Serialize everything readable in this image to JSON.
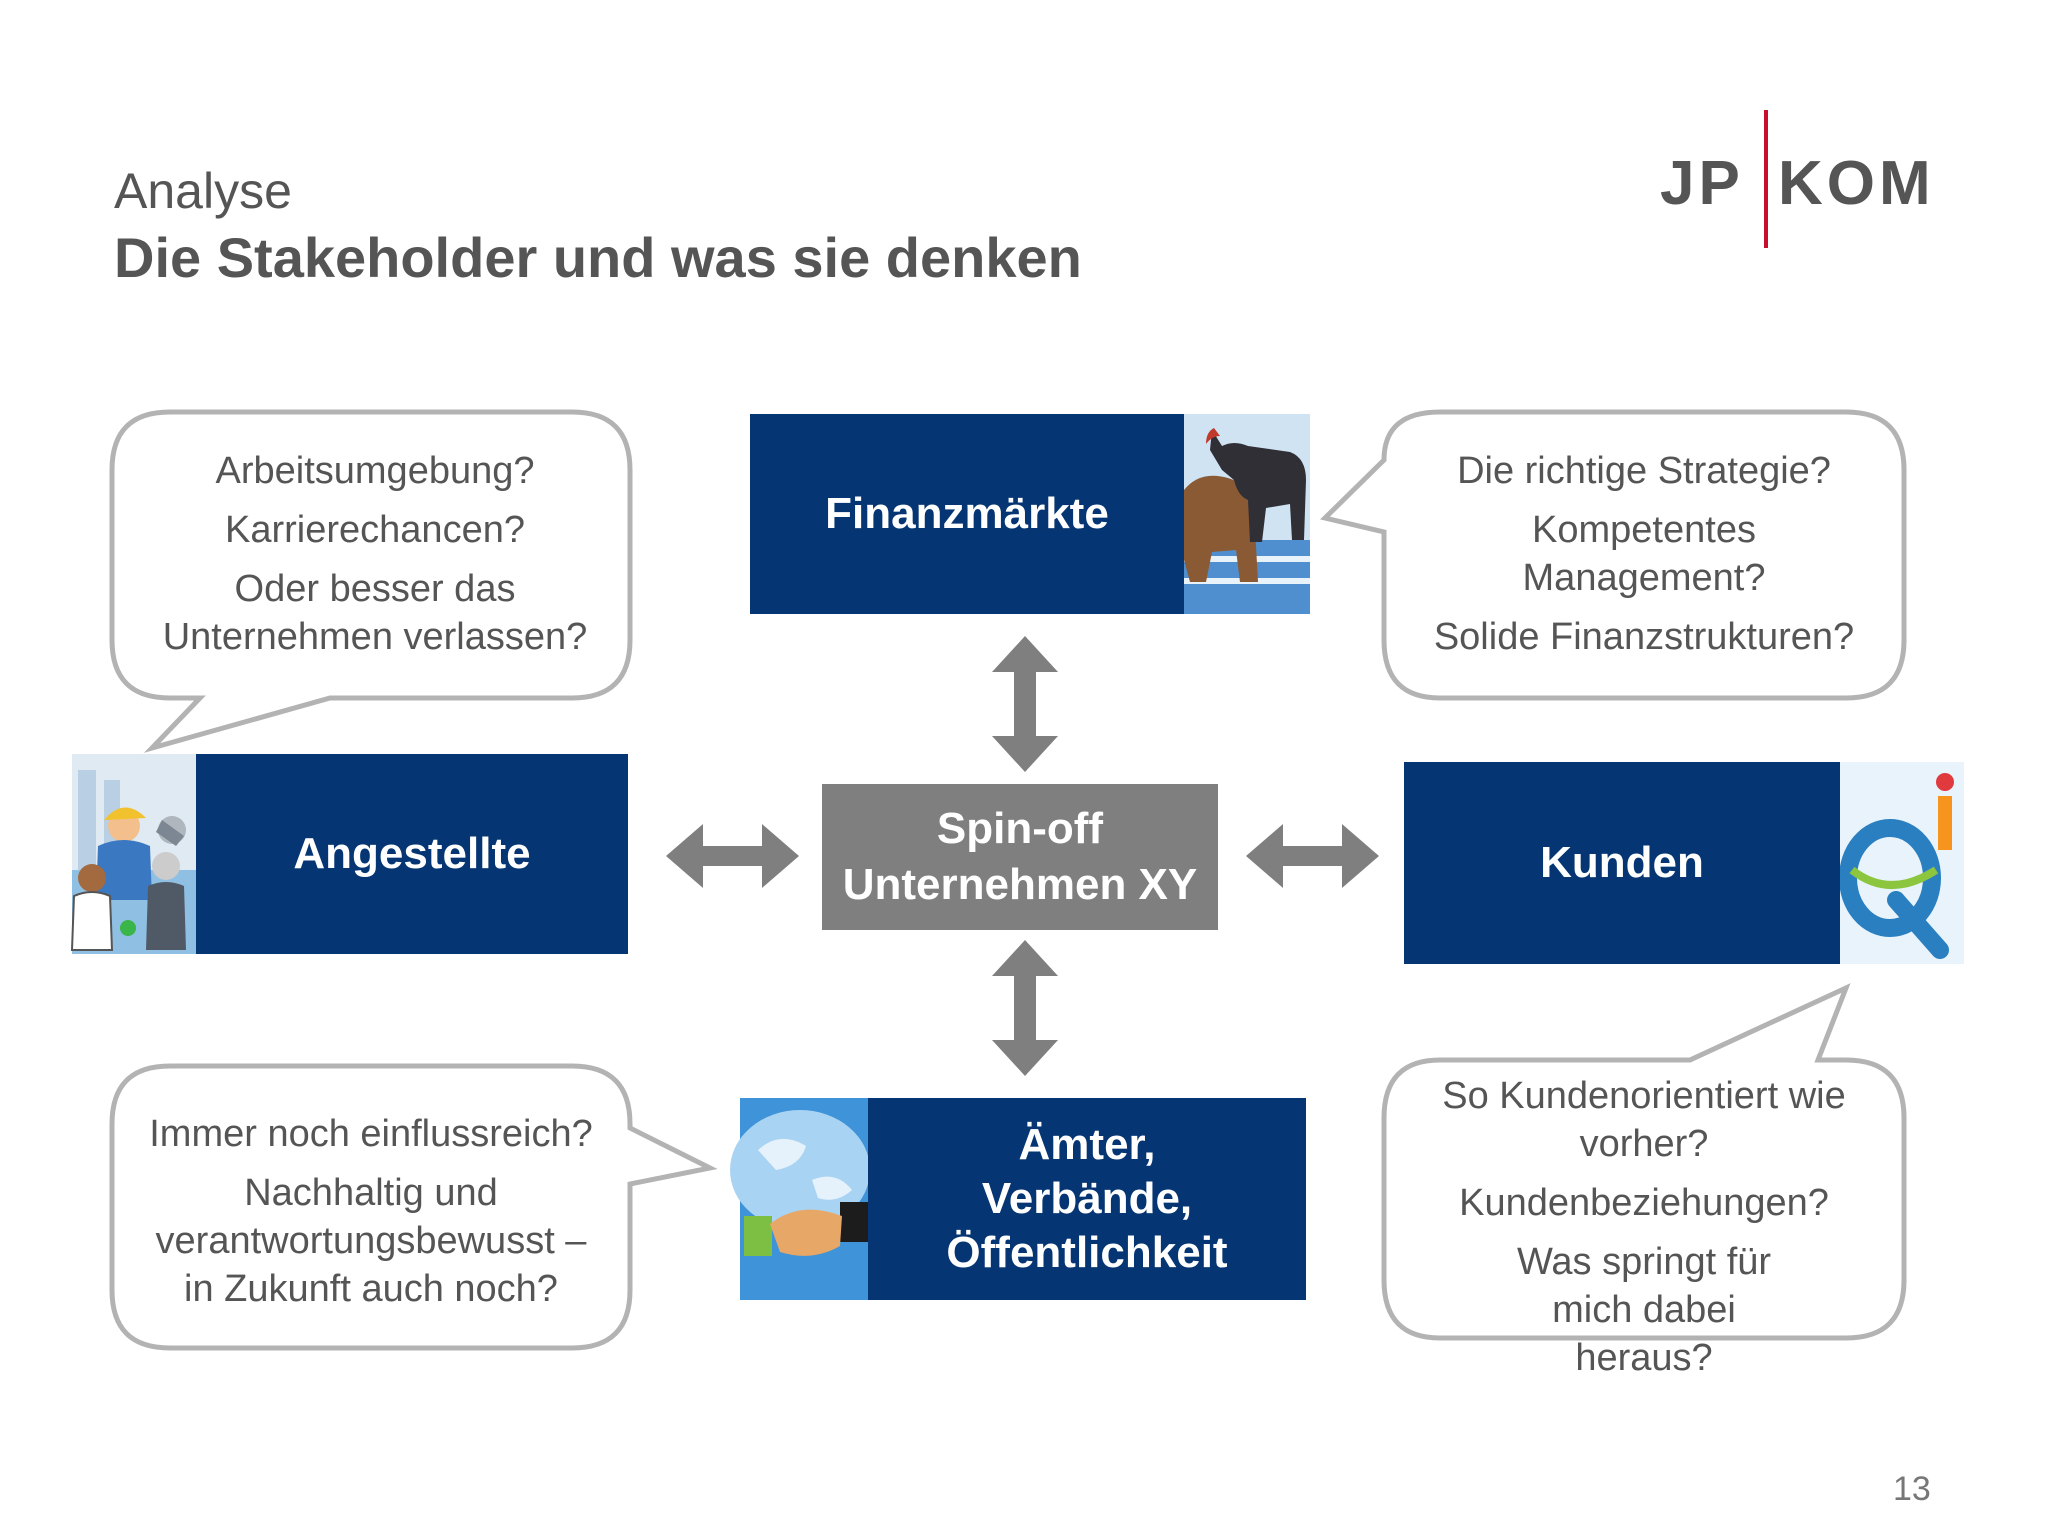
{
  "header": {
    "section": "Analyse",
    "title": "Die Stakeholder und was sie denken",
    "logo_left": "JP",
    "logo_right": "KOM",
    "page_number": "13"
  },
  "center": {
    "line1": "Spin-off",
    "line2": "Unternehmen XY"
  },
  "stakeholders": {
    "finance": "Finanzmärkte",
    "employees": "Angestellte",
    "customers": "Kunden",
    "public_l1": "Ämter,",
    "public_l2": "Verbände,",
    "public_l3": "Öffentlichkeit"
  },
  "bubbles": {
    "employees": [
      "Arbeitsumgebung?",
      "Karrierechancen?",
      "Oder besser das Unternehmen verlassen?"
    ],
    "finance": [
      "Die richtige Strategie?",
      "Kompetentes Management?",
      "Solide Finanzstrukturen?"
    ],
    "public": [
      "Immer noch einflussreich?",
      "Nachhaltig und verantwortungsbewusst – in Zukunft auch noch?"
    ],
    "customers": [
      "So Kundenorientiert wie vorher?",
      "Kundenbeziehungen?",
      "Was springt für mich dabei heraus?"
    ]
  },
  "colors": {
    "stakeholder_box": "#053573",
    "center_box": "#7f7f7f",
    "arrows": "#7f7f7f",
    "bubble_border": "#b3b3b3",
    "logo_divider": "#c8102e"
  },
  "icons": [
    "bull-bear-icon",
    "workers-icon",
    "qi-logo-icon",
    "handshake-globe-icon"
  ]
}
